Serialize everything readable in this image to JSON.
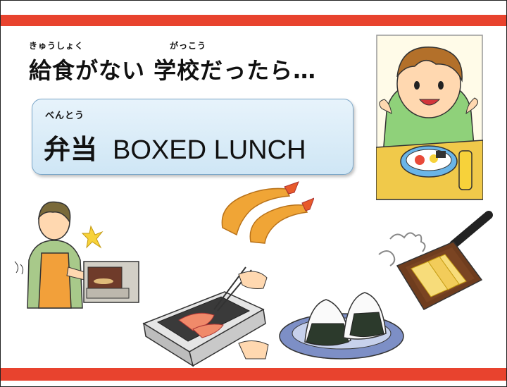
{
  "colors": {
    "accent_bar": "#e8432e",
    "box_fill": "#d4e9f6"
  },
  "heading": {
    "ruby_kyushoku": "きゅうしょく",
    "ruby_gakko": "がっこう",
    "title": "給食がない 学校だったら…"
  },
  "lunch": {
    "ruby": "べんとう",
    "kanji": "弁当",
    "english": "BOXED LUNCH"
  },
  "illustrations": [
    "boy-eating-lunch",
    "fried-shrimp",
    "woman-toaster-oven",
    "grilling-salmon",
    "rice-balls-plate",
    "tamagoyaki-pan"
  ]
}
